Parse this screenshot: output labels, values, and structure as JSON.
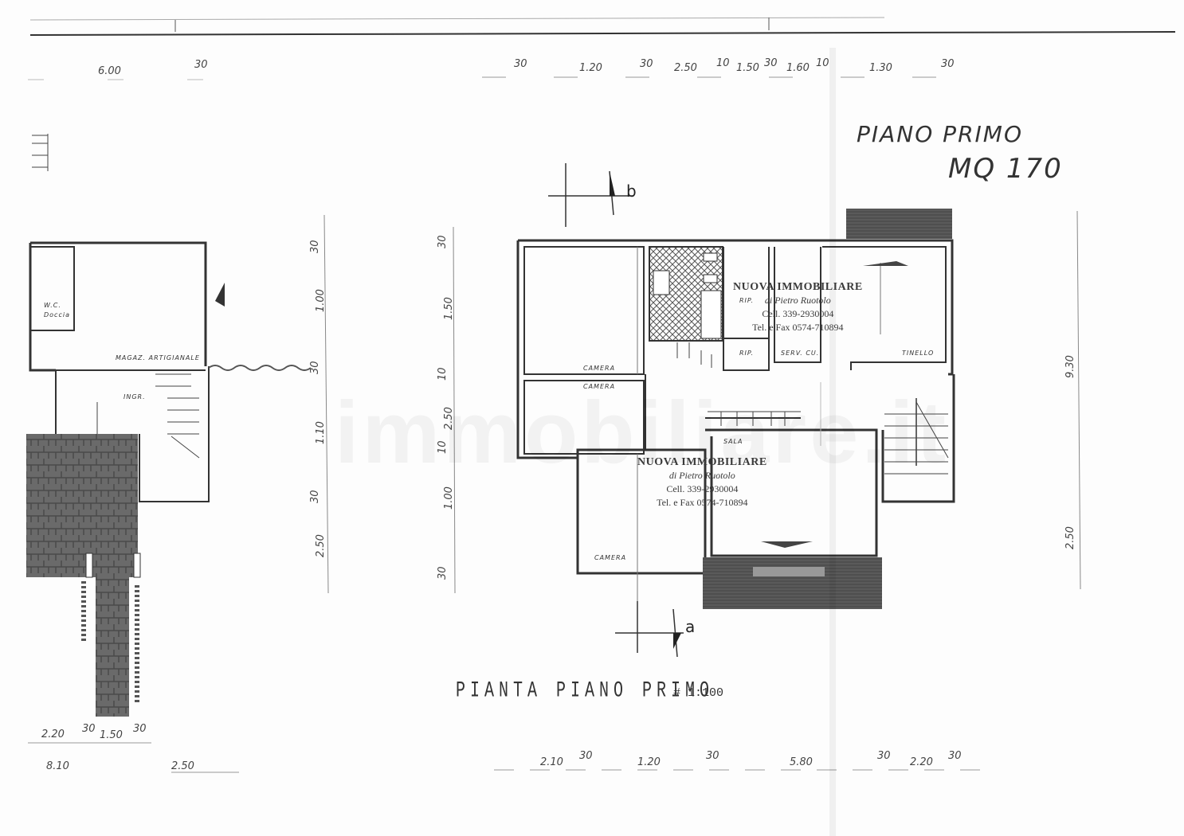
{
  "header": {
    "title_handwritten": "PIANO PRIMO",
    "area_handwritten": "MQ 170"
  },
  "plan": {
    "title": "PIANTA PIANO PRIMO",
    "scale": "# 1:100",
    "section_marks": [
      "b",
      "a"
    ]
  },
  "rooms": {
    "main": [
      {
        "label": "CAMERA"
      },
      {
        "label": "CAMERA"
      },
      {
        "label": "RIP."
      },
      {
        "label": "RIP."
      },
      {
        "label": "SERV. CU."
      },
      {
        "label": "TINELLO"
      },
      {
        "label": "SALA"
      },
      {
        "label": "CAMERA"
      }
    ],
    "left": [
      {
        "label": "W.C. Doccia"
      },
      {
        "label": "MAGAZ. ARTIGIANALE"
      },
      {
        "label": "INGR."
      }
    ]
  },
  "stamps": [
    {
      "name": "NUOVA IMMOBILIARE",
      "owner": "di Pietro Ruotolo",
      "cell": "Cell. 339-2930004",
      "tel": "Tel. e Fax 0574-710894"
    },
    {
      "name": "NUOVA IMMOBILIARE",
      "owner": "di Pietro Ruotolo",
      "cell": "Cell. 339-2930004",
      "tel": "Tel. e Fax 0574-710894"
    }
  ],
  "watermark": "immobiliare.it",
  "dimensions": {
    "top_left": [
      "6.00",
      "30"
    ],
    "top_main": [
      "30",
      "1.20",
      "30",
      "2.50",
      "10",
      "1.50",
      "30",
      "1.60",
      "10",
      "1.30",
      "30"
    ],
    "left_vertical_a": [
      "30",
      "1.00",
      "30",
      "1.10",
      "30",
      "2.50"
    ],
    "left_vertical_b": [
      "30",
      "1.50",
      "10",
      "2.50",
      "10",
      "1.00",
      "30"
    ],
    "right_vertical": [
      "9.30",
      "2.50"
    ],
    "bottom_left_row1": [
      "2.20",
      "30",
      "1.50",
      "30"
    ],
    "bottom_left_row2": [
      "8.10",
      "2.50"
    ],
    "bottom_main": [
      "2.10",
      "30",
      "1.20",
      "30",
      "5.80",
      "30",
      "2.20",
      "30"
    ]
  }
}
